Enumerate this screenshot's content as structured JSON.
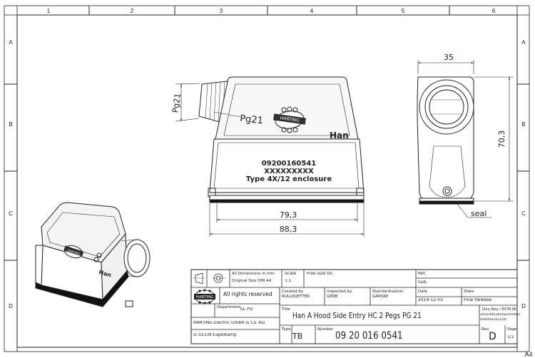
{
  "frame": {
    "columns": [
      "1",
      "2",
      "3",
      "4",
      "5",
      "6"
    ],
    "rows": [
      "A",
      "B",
      "C",
      "D"
    ],
    "sheet_size_tag": "A4"
  },
  "front_view": {
    "pg_label": "Pg21",
    "part_number": "09200160541",
    "xx_line": "XXXXXXXXX",
    "type_line": "Type 4X/12 enclosure",
    "logo_text": "HARTING",
    "han_text": "Han",
    "dim_width_outer": "79,3",
    "dim_width_total": "88,3",
    "dim_pg_vertical": "Pg21"
  },
  "side_view": {
    "dim_width": "35",
    "dim_height": "70,3",
    "seal_label": "seal"
  },
  "iso_view": {
    "logo_text": "HARTING",
    "han_text": "Han"
  },
  "title_block": {
    "dims_note_1": "All Dimensions in mm",
    "dims_note_2": "Original Size DIN A4",
    "scale_label": "Scale",
    "scale_value": "1:1",
    "free_size_tol": "Free size tol.",
    "ref_label": "Ref.",
    "sub_label": "Sub.",
    "rights": "All rights reserved",
    "created_by_label": "Created by",
    "created_by": "RULLKOETTER",
    "inspected_by_label": "Inspected by",
    "inspected_by": "GERB",
    "standardisation_label": "Standardisation",
    "standardisation": "GARSKE",
    "date_label": "Date",
    "date": "2019-12-03",
    "state_label": "State",
    "state": "Final Release",
    "department_label": "Department",
    "department": "EL PO",
    "title_label": "Title",
    "title": "Han A Hood Side Entry HC 2 Pegs PG 21",
    "doc_key_label": "Doc-Key / ECM-Nr",
    "doc_key_1": "100189528/UGD/006/D",
    "doc_key_2": "000000161528",
    "company": "HARTING Electric GmbH & Co. KG",
    "address": "D-32339 Espelkamp",
    "type_label": "Type",
    "type_value": "TB",
    "number_label": "Number",
    "number_value": "09 20 016 0541",
    "rev_label": "Rev.",
    "rev_value": "D",
    "page_label": "Page",
    "page_value": "1/1",
    "logo_text": "HARTING"
  },
  "colors": {
    "line": "#222222",
    "fill": "#f4f4f4",
    "bg": "#ffffff"
  }
}
